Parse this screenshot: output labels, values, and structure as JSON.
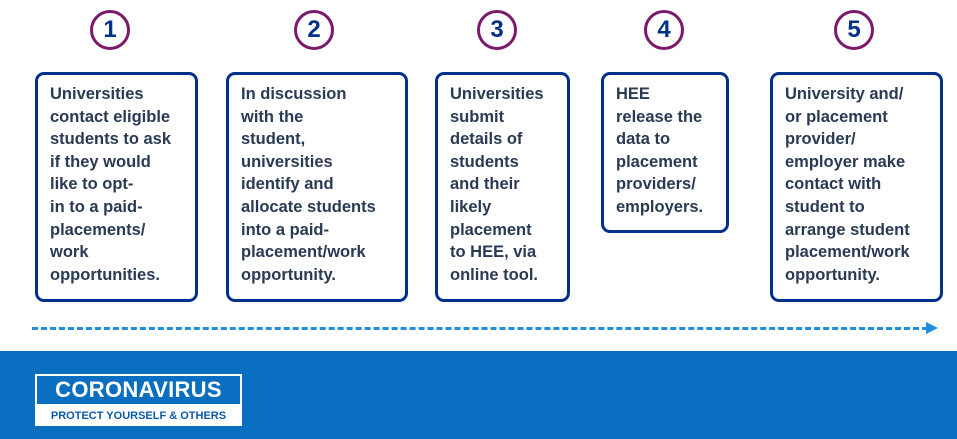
{
  "steps": [
    {
      "number": "1",
      "text": "Universities\ncontact eligible\nstudents to ask\nif they would\nlike to opt-\nin to a paid-\nplacements/\nwork\nopportunities."
    },
    {
      "number": "2",
      "text": "In discussion\nwith the\nstudent,\nuniversities\nidentify and\nallocate students\ninto a paid-\nplacement/work\nopportunity."
    },
    {
      "number": "3",
      "text": "Universities\nsubmit\ndetails of\nstudents\nand their\nlikely\nplacement\nto HEE, via\nonline tool."
    },
    {
      "number": "4",
      "text": "HEE\nrelease the\ndata to\nplacement\nproviders/\nemployers."
    },
    {
      "number": "5",
      "text": "University and/\nor placement\nprovider/\nemployer make\ncontact with\nstudent to\narrange student\nplacement/work\nopportunity."
    }
  ],
  "colors": {
    "circle_border": "#7b1a6b",
    "box_border": "#003087",
    "arrow": "#1e8fd8",
    "banner": "#0a6fc0"
  },
  "banner": {
    "title": "CORONAVIRUS",
    "subtitle": "PROTECT YOURSELF & OTHERS"
  }
}
